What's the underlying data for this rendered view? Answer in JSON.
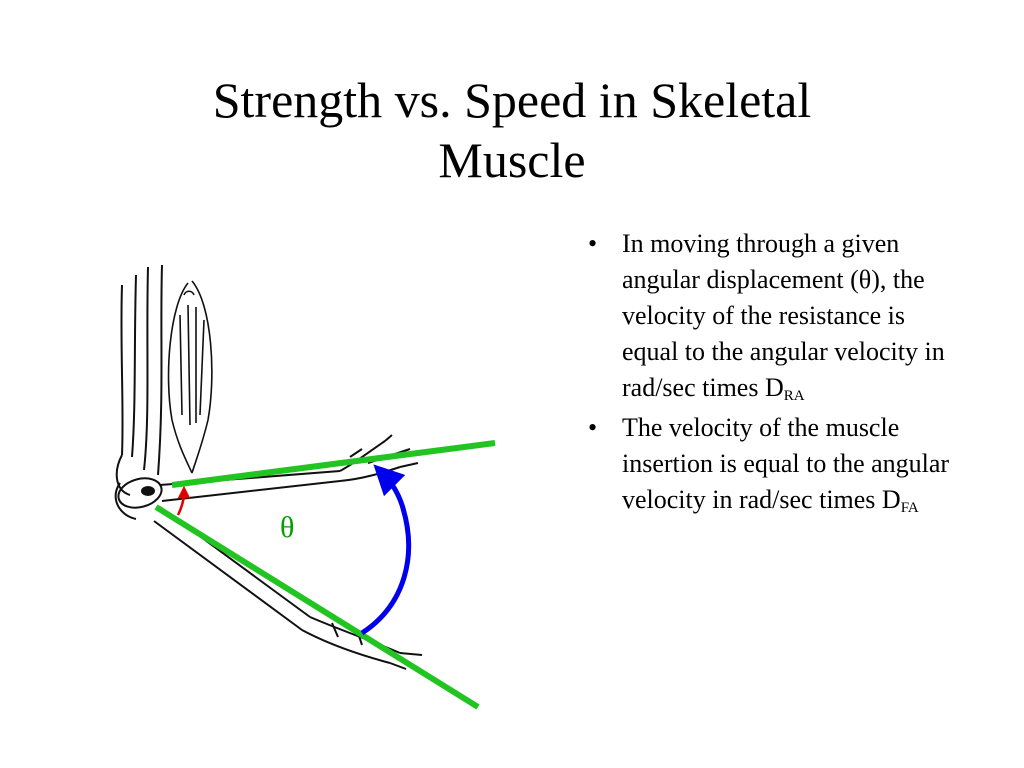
{
  "title": {
    "line1": "Strength vs. Speed in Skeletal",
    "line2": "Muscle"
  },
  "figure": {
    "angle_symbol": "θ",
    "colors": {
      "reference_lines": "#22c422",
      "displacement_arc": "#0000ee",
      "insertion_arrow": "#dd0000",
      "theta": "#00a000"
    }
  },
  "bullets": [
    {
      "marker": "•",
      "text": "In moving through a given angular displacement (θ), the velocity of the resistance is equal to the angular velocity in rad/sec times D",
      "subscript": "RA"
    },
    {
      "marker": "•",
      "text": "The velocity of the muscle insertion is equal to the angular velocity in rad/sec times D",
      "subscript": "FA"
    }
  ]
}
